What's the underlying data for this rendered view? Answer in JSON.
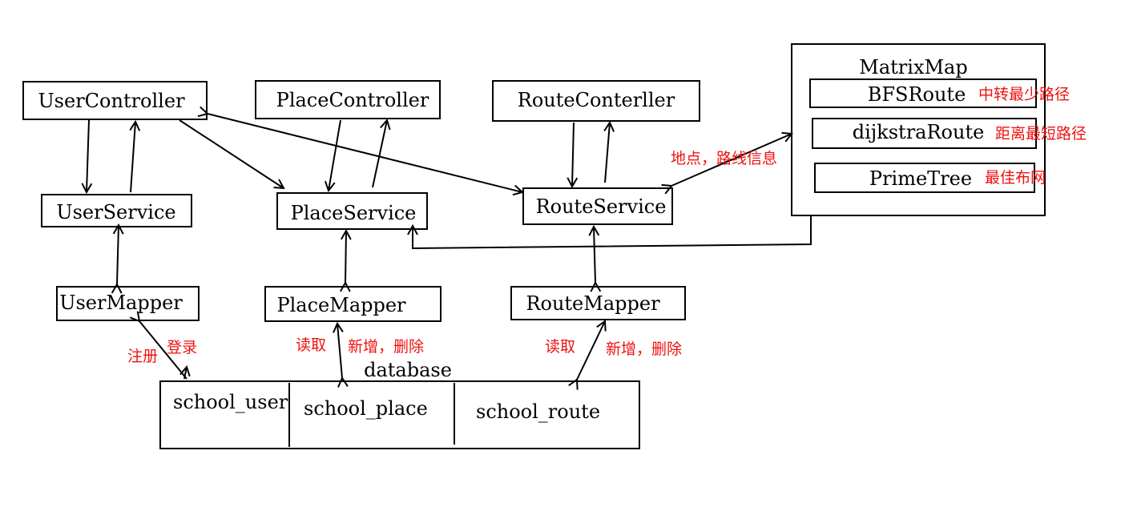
{
  "colors": {
    "ink": "#000000",
    "annotation": "#ee1111"
  },
  "nodes": {
    "user_controller": "UserController",
    "place_controller": "PlaceController",
    "route_controller": "RouteConterller",
    "user_service": "UserService",
    "place_service": "PlaceService",
    "route_service": "RouteService",
    "user_mapper": "UserMapper",
    "place_mapper": "PlaceMapper",
    "route_mapper": "RouteMapper"
  },
  "matrix_map": {
    "title": "MatrixMap",
    "bfs": "BFSRoute",
    "dijkstra": "dijkstraRoute",
    "prime": "PrimeTree"
  },
  "database": {
    "title": "database",
    "tables": [
      "school_user",
      "school_place",
      "school_route"
    ]
  },
  "annotations": {
    "bfs_note": "中转最少路径",
    "dijkstra_note": "距离最短路径",
    "prime_note": "最佳布网",
    "route_info": "地点，路线信息",
    "register": "注册",
    "login": "登录",
    "place_read": "读取",
    "place_write": "新增，删除",
    "route_read": "读取",
    "route_write": "新增，删除"
  }
}
